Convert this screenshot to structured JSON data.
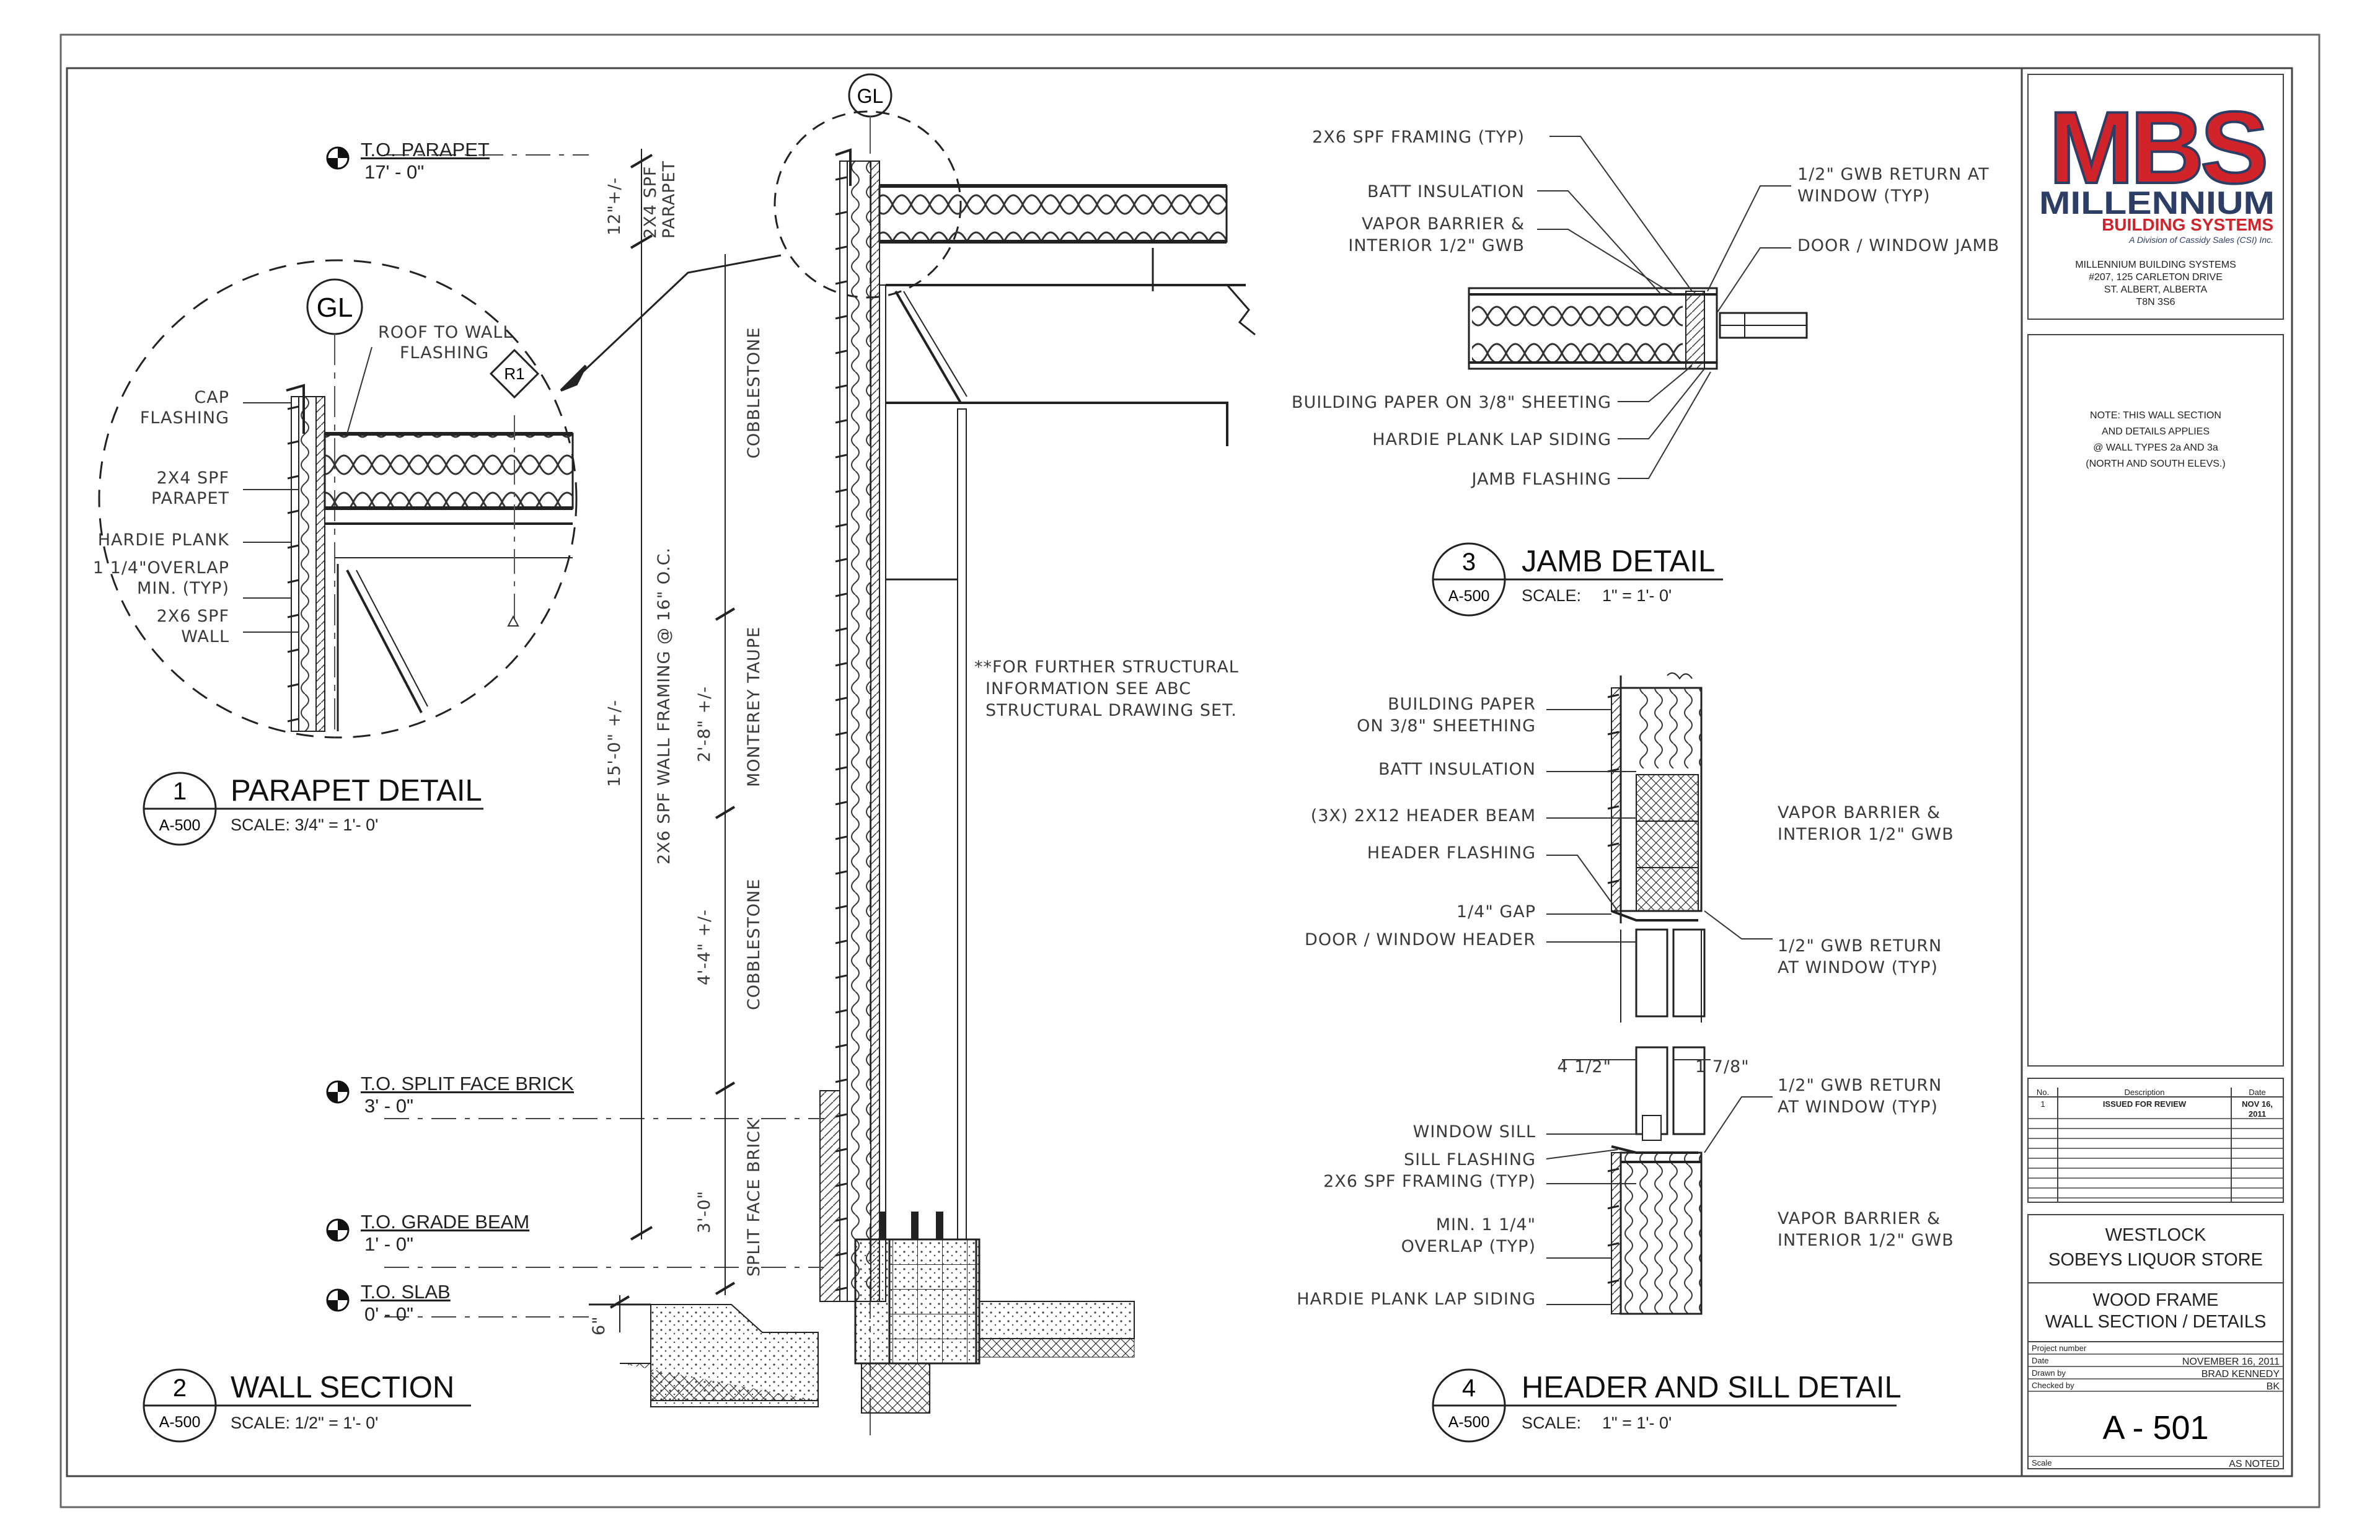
{
  "detail1": {
    "number": "1",
    "sheet_ref": "A-500",
    "title": "PARAPET DETAIL",
    "scale": "SCALE:  3/4\" = 1'- 0'",
    "grid_label": "GL",
    "tag": "R1",
    "labels": {
      "roof_flashing_1": "ROOF TO WALL",
      "roof_flashing_2": "FLASHING",
      "cap_1": "CAP",
      "cap_2": "FLASHING",
      "spf24_1": "2X4 SPF",
      "spf24_2": "PARAPET",
      "hardie": "HARDIE PLANK",
      "overlap_1": "1  1/4\"OVERLAP",
      "overlap_2": "MIN. (TYP)",
      "spf26_1": "2X6 SPF",
      "spf26_2": "WALL"
    }
  },
  "detail2": {
    "number": "2",
    "sheet_ref": "A-500",
    "title": "WALL SECTION",
    "scale": "SCALE:  1/2\" = 1'- 0'",
    "grid_label": "GL",
    "levels": [
      {
        "name": "T.O. PARAPET",
        "elev": "17' - 0\""
      },
      {
        "name": "T.O. SPLIT FACE BRICK",
        "elev": "3' - 0\""
      },
      {
        "name": "T.O. GRADE BEAM",
        "elev": "1' - 0\""
      },
      {
        "name": "T.O. SLAB",
        "elev": "0' - 0\""
      }
    ],
    "dims": {
      "d12": "12\"+/-",
      "parapet_1": "2X4 SPF",
      "parapet_2": "PARAPET",
      "d15": "15'-0\" +/-",
      "framing": "2X6 SPF WALL FRAMING @ 16\" O.C.",
      "d28": "2'-8\" +/-",
      "d44": "4'-4\" +/-",
      "d30": "3'-0\"",
      "d6": "6\""
    },
    "cladding": {
      "upper": "COBBLESTONE",
      "middle": "MONTEREY TAUPE",
      "lower": "COBBLESTONE",
      "base": "SPLIT FACE BRICK"
    },
    "note_lines": [
      "**FOR FURTHER STRUCTURAL",
      "INFORMATION SEE ABC",
      "STRUCTURAL DRAWING SET."
    ]
  },
  "detail3": {
    "number": "3",
    "sheet_ref": "A-500",
    "title": "JAMB DETAIL",
    "scale": "SCALE:",
    "scale_value": "1\" = 1'- 0'",
    "labels": {
      "framing": "2X6 SPF FRAMING (TYP)",
      "batt": "BATT INSULATION",
      "vb_1": "VAPOR BARRIER &",
      "vb_2": "INTERIOR 1/2\" GWB",
      "return_1": "1/2\" GWB RETURN AT",
      "return_2": "WINDOW (TYP)",
      "jamb": "DOOR / WINDOW JAMB",
      "paper": "BUILDING PAPER ON 3/8\" SHEETING",
      "hardie": "HARDIE PLANK LAP SIDING",
      "flashing": "JAMB FLASHING"
    }
  },
  "detail4": {
    "number": "4",
    "sheet_ref": "A-500",
    "title": "HEADER AND SILL DETAIL",
    "scale": "SCALE:",
    "scale_value": "1\" = 1'- 0'",
    "left_labels": {
      "paper_1": "BUILDING PAPER",
      "paper_2": "ON 3/8\" SHEETHING",
      "batt": "BATT INSULATION",
      "header": "(3X) 2X12 HEADER BEAM",
      "hflash": "HEADER FLASHING",
      "gap": "1/4\" GAP",
      "dwheader": "DOOR / WINDOW HEADER",
      "d45": "4 1/2\"",
      "sill": "WINDOW SILL",
      "sflash": "SILL FLASHING",
      "framing": "2X6 SPF FRAMING (TYP)",
      "min_1": "MIN. 1 1/4\"",
      "min_2": "OVERLAP (TYP)",
      "hardie": "HARDIE PLANK LAP SIDING"
    },
    "right_labels": {
      "vb1_1": "VAPOR BARRIER &",
      "vb1_2": "INTERIOR 1/2\" GWB",
      "ret1_1": "1/2\" GWB RETURN",
      "ret1_2": "AT WINDOW (TYP)",
      "d178": "1  7/8\"",
      "ret2_1": "1/2\" GWB RETURN",
      "ret2_2": "AT WINDOW (TYP)",
      "vb2_1": "VAPOR BARRIER &",
      "vb2_2": "INTERIOR 1/2\" GWB"
    }
  },
  "title_block": {
    "logo_letters": "MBS",
    "logo_word": "MILLENNIUM",
    "logo_sub": "BUILDING SYSTEMS",
    "logo_tag": "A Division of Cassidy Sales (CSI) Inc.",
    "company": [
      "MILLENNIUM BUILDING SYSTEMS",
      "#207, 125 CARLETON DRIVE",
      "ST. ALBERT,  ALBERTA",
      "T8N 3S6"
    ],
    "note": [
      "NOTE: THIS WALL SECTION",
      "AND DETAILS APPLIES",
      "@ WALL TYPES  2a AND 3a",
      "(NORTH AND SOUTH ELEVS.)"
    ],
    "revisions": {
      "headers": [
        "No.",
        "Description",
        "Date"
      ],
      "rows": [
        {
          "no": "1",
          "desc": "ISSUED FOR REVIEW",
          "date_1": "NOV 16,",
          "date_2": "2011"
        }
      ]
    },
    "project": [
      "WESTLOCK",
      "SOBEYS LIQUOR STORE"
    ],
    "drawing": [
      "WOOD FRAME",
      "WALL SECTION / DETAILS"
    ],
    "fields": {
      "project_number_label": "Project number",
      "project_number": "",
      "date_label": "Date",
      "date": "NOVEMBER 16, 2011",
      "drawn_label": "Drawn by",
      "drawn": "BRAD KENNEDY",
      "checked_label": "Checked by",
      "checked": "BK",
      "sheet": "A - 501",
      "scale_label": "Scale",
      "scale": "AS NOTED"
    }
  },
  "colors": {
    "logo_red": "#d1232a",
    "logo_navy": "#2c3e66",
    "line": "#222222"
  }
}
